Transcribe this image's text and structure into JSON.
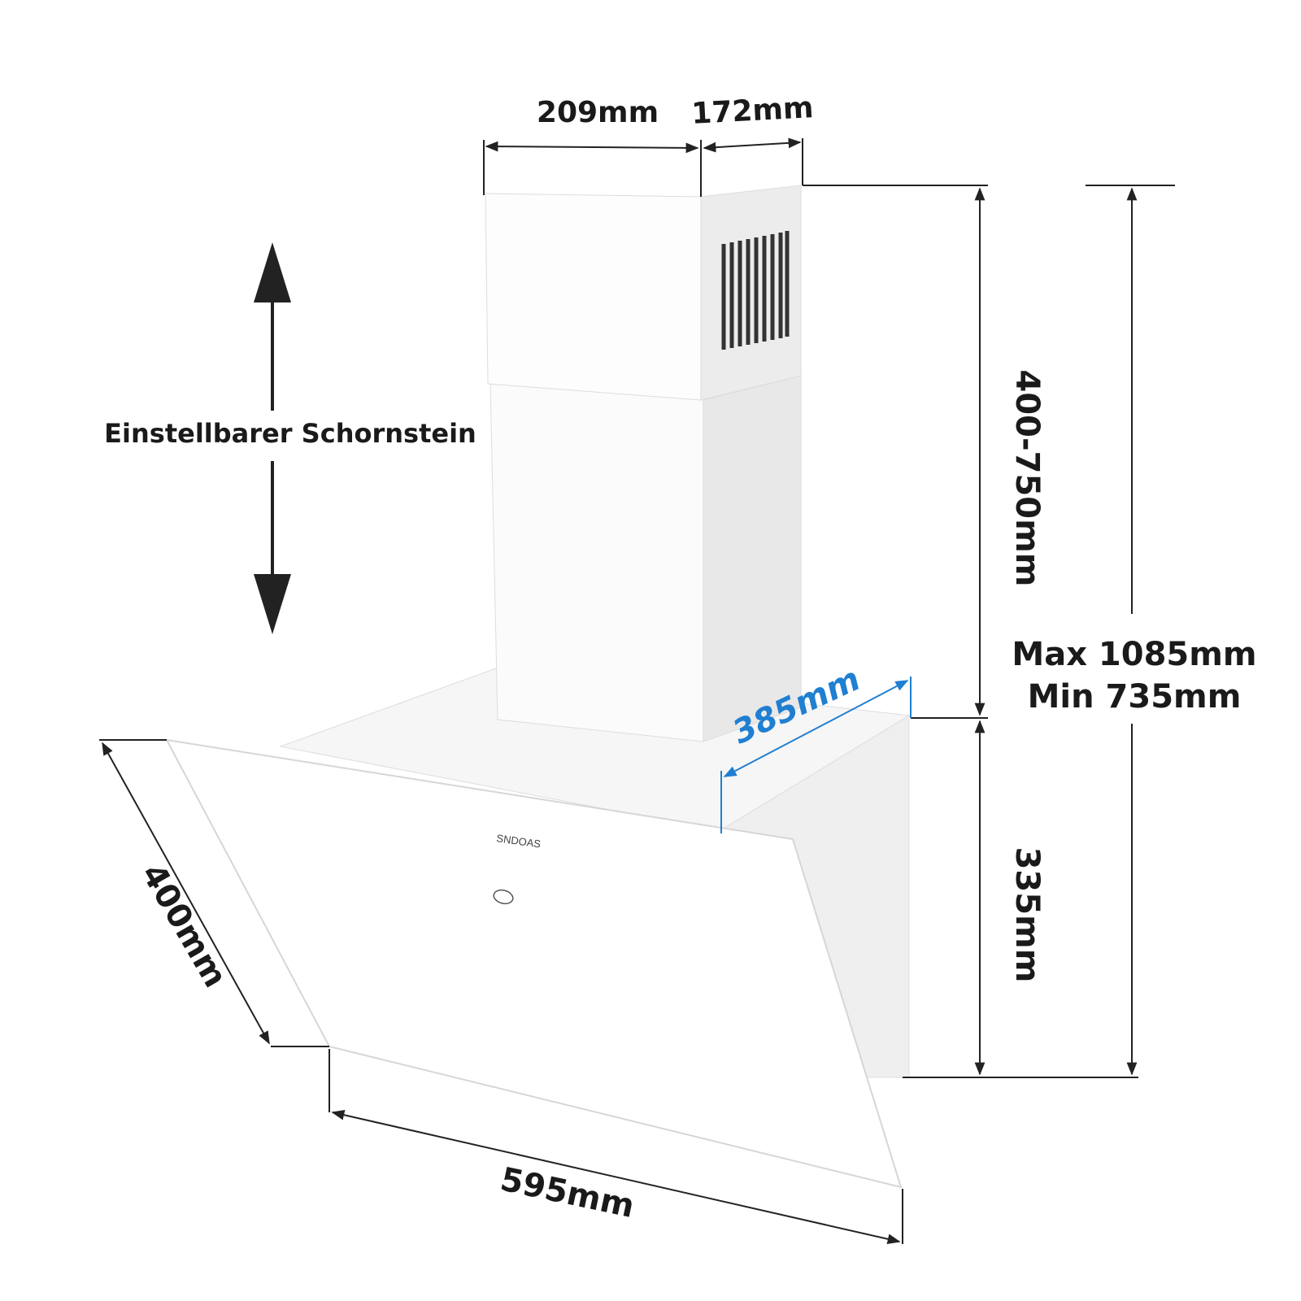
{
  "brand": "SNDOAS",
  "labels": {
    "chimney_width": "209mm",
    "chimney_depth": "172mm",
    "chimney_height": "400-750mm",
    "body_height": "335mm",
    "body_depth": "385mm",
    "glass_height": "400mm",
    "width": "595mm",
    "total_max": "Max 1085mm",
    "total_min": "Min 735mm",
    "adjustable_chimney": "Einstellbarer Schornstein"
  },
  "colors": {
    "dimension_line": "#222222",
    "accent_blue": "#1f7fd1",
    "panel": "#ffffff",
    "side_panel": "#ececec"
  }
}
